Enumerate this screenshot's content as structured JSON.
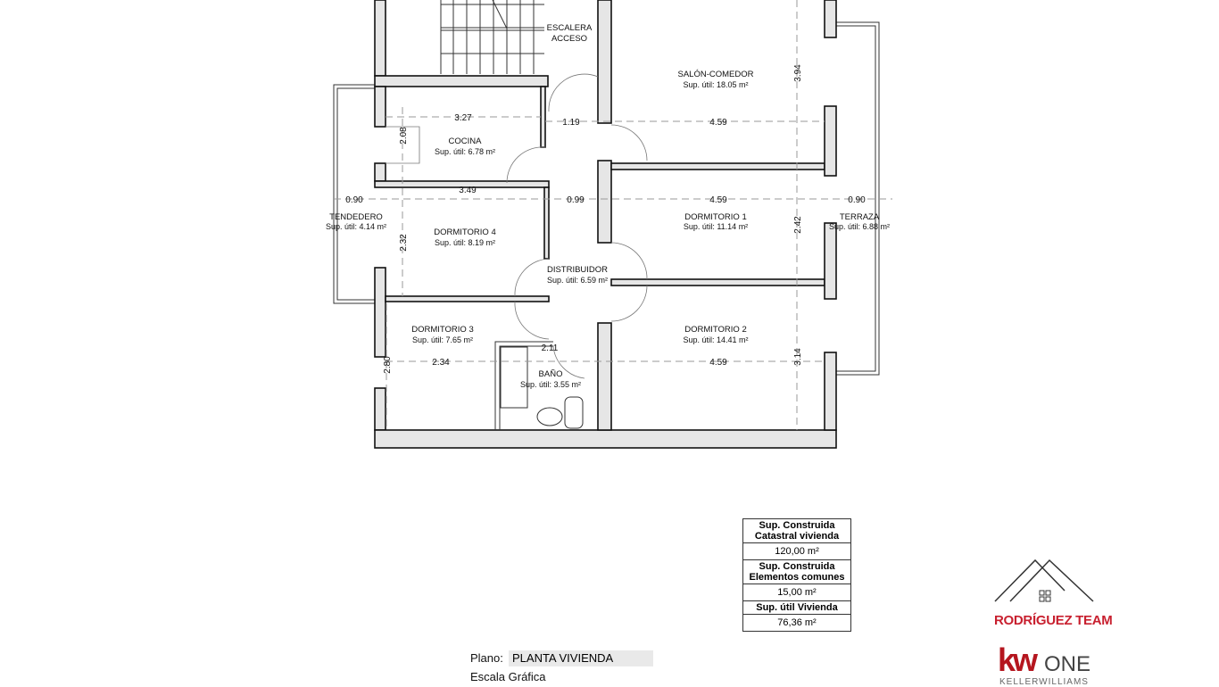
{
  "rooms": {
    "escalera": {
      "line1": "ESCALERA",
      "line2": "ACCESO"
    },
    "salon": {
      "name": "SALÓN-COMEDOR",
      "area": "Sup. útil: 18.05 m²"
    },
    "cocina": {
      "name": "COCINA",
      "area": "Sup. útil: 6.78 m²"
    },
    "tendedero": {
      "name": "TENDEDERO",
      "area": "Sup. útil: 4.14 m²"
    },
    "dormitorio4": {
      "name": "DORMITORIO 4",
      "area": "Sup. útil: 8.19 m²"
    },
    "dormitorio1": {
      "name": "DORMITORIO 1",
      "area": "Sup. útil: 11.14 m²"
    },
    "terraza": {
      "name": "TERRAZA",
      "area": "Sup. útil: 6.88 m²"
    },
    "distribuidor": {
      "name": "DISTRIBUIDOR",
      "area": "Sup. útil: 6.59 m²"
    },
    "dormitorio3": {
      "name": "DORMITORIO 3",
      "area": "Sup. útil: 7.65 m²"
    },
    "dormitorio2": {
      "name": "DORMITORIO 2",
      "area": "Sup. útil: 14.41 m²"
    },
    "bano": {
      "name": "BAÑO",
      "area": "Sup. útil: 3.55 m²"
    }
  },
  "dimensions": {
    "cocina_w": "3.27",
    "cocina_h": "2.08",
    "hall_w": "1.19",
    "salon_w": "4.59",
    "salon_h": "3.94",
    "dorm4_w": "3.49",
    "dorm4_h": "2.32",
    "tendedero_w": "0.90",
    "pasillo_w": "0.99",
    "dorm1_w": "4.59",
    "dorm1_h": "2.42",
    "terraza_w": "0.90",
    "bano_w": "2.11",
    "dorm3_w": "2.34",
    "dorm3_h": "2.80",
    "dorm2_w": "4.59",
    "dorm2_h": "3.14"
  },
  "summary": {
    "rows": [
      {
        "label": "Sup. Construida Catastral vivienda",
        "value": "120,00 m²"
      },
      {
        "label": "Sup. Construida Elementos comunes",
        "value": "15,00 m²"
      },
      {
        "label": "Sup. útil Vivienda",
        "value": "76,36 m²"
      }
    ]
  },
  "footer": {
    "plano_label": "Plano:",
    "plano_value": "PLANTA VIVIENDA",
    "escala_label": "Escala Gráfica"
  },
  "branding": {
    "team": "RODRÍGUEZ TEAM",
    "kw": "kw",
    "one": "ONE",
    "kw_sub": "KELLERWILLIAMS",
    "team_color": "#c8202f"
  }
}
